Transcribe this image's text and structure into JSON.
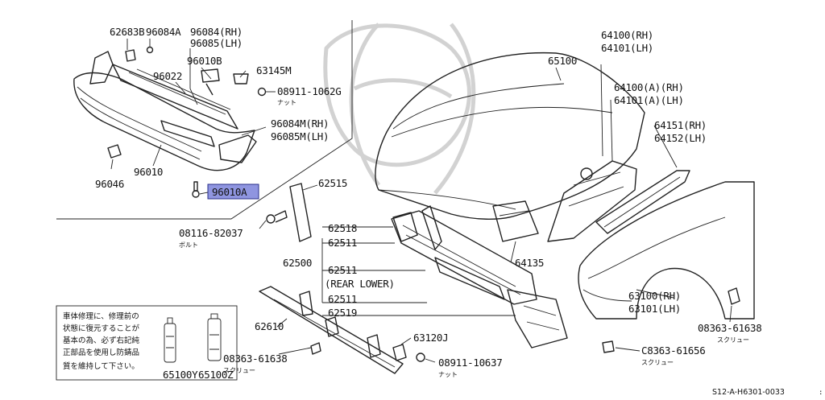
{
  "labels": {
    "p62683b": "62683B",
    "p96084a": "96084A",
    "p96084rh": "96084(RH)",
    "p96085lh": "96085(LH)",
    "p96010b": "96010B",
    "p63145m": "63145M",
    "p96022": "96022",
    "p08911_1062g": "08911-1062G",
    "nut1": "ナット",
    "p96084m": "96084M(RH)",
    "p96085m": "96085M(LH)",
    "p96046": "96046",
    "p96010": "96010",
    "p96010a": "96010A",
    "p62515": "62515",
    "p08116": "08116-82037",
    "bolt": "ボルト",
    "p62518": "62518",
    "p62511a": "62511",
    "p62500": "62500",
    "p62511b": "62511",
    "rear_lower": "(REAR LOWER)",
    "p62511c": "62511",
    "p62519": "62519",
    "p62610": "62610",
    "p63120j": "63120J",
    "p08363a": "08363-61638",
    "screw1": "スクリュー",
    "p08911_10637": "08911-10637",
    "nut2": "ナット",
    "p65100": "65100",
    "p64100rh": "64100(RH)",
    "p64101lh": "64101(LH)",
    "p64100arh": "64100(A)(RH)",
    "p64101alh": "64101(A)(LH)",
    "p64151rh": "64151(RH)",
    "p64152lh": "64152(LH)",
    "p64135": "64135",
    "p63100rh": "63100(RH)",
    "p63101lh": "63101(LH)",
    "p08363b": "08363-61638",
    "screw2": "スクリュー",
    "p08363c": "C8363-61656",
    "screw3": "スクリュー",
    "p65100y": "65100Y",
    "p65100z": "65100Z",
    "footer_code": "S12-A-H6301-0033"
  },
  "note_lines": [
    "車体修理に、修理前の",
    "状態に復元することが",
    "基本の為、必ず右記純",
    "正部品を使用し防錆品",
    "質を維持して下さい。"
  ],
  "highlight": {
    "part": "96010A",
    "color": "#8f95e0"
  }
}
